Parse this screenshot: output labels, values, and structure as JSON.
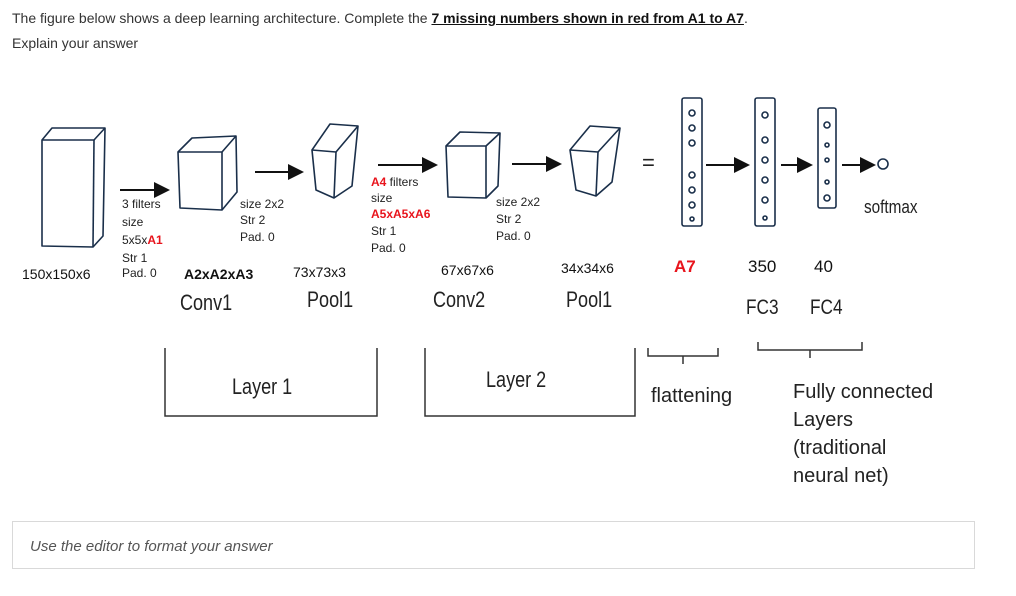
{
  "question": {
    "line1_pre": "The figure below shows a deep learning architecture. Complete the ",
    "line1_emphasis": "7 missing numbers shown in red from A1 to A7",
    "line1_post": ".",
    "line2": "Explain your answer"
  },
  "diagram": {
    "conv1_params": {
      "filters": "3 filters",
      "size_label": "size",
      "size_value": "5x5x",
      "size_red": "A1",
      "stride": "Str 1",
      "pad": "Pad. 0"
    },
    "pool1_params": {
      "size": "size 2x2",
      "stride": "Str 2",
      "pad": "Pad. 0"
    },
    "conv2_params": {
      "filters_red": "A4",
      "filters_text": " filters",
      "size_label": "size",
      "size_red": "A5xA5xA6",
      "stride": "Str 1",
      "pad": "Pad. 0"
    },
    "pool2_params": {
      "size": "size 2x2",
      "stride": "Str 2",
      "pad": "Pad. 0"
    },
    "input_dim": "150x150x6",
    "conv1_dim_red": "A2xA2xA3",
    "pool1_dim": "73x73x3",
    "conv2_dim": "67x67x6",
    "pool2_dim": "34x34x6",
    "flatten_dim_red": "A7",
    "fc3_dim": "350",
    "fc4_dim": "40",
    "softmax": "softmax",
    "equals": "=",
    "labels": {
      "conv1": "Conv1",
      "pool1": "Pool1",
      "conv2": "Conv2",
      "pool2": "Pool1",
      "fc3": "FC3",
      "fc4": "FC4"
    },
    "groups": {
      "layer1": "Layer 1",
      "layer2": "Layer 2",
      "flattening": "flattening",
      "fc_line1": "Fully connected",
      "fc_line2": "Layers",
      "fc_line3": "(traditional",
      "fc_line4": "neural net)"
    }
  },
  "editor": {
    "placeholder": "Use the editor to format your answer"
  },
  "colors": {
    "missing_value": "#e8141c",
    "text": "#333333",
    "border": "#d9d9d9"
  }
}
